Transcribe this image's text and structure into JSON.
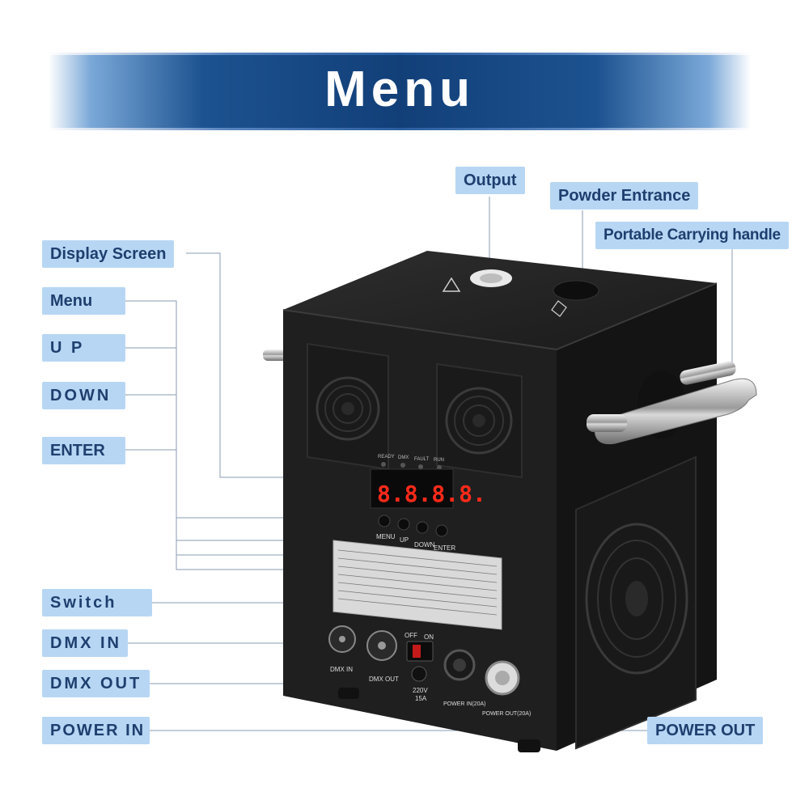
{
  "banner": {
    "title": "Menu"
  },
  "callouts": {
    "output": "Output",
    "powder_entrance": "Powder Entrance",
    "carrying_handle": "Portable Carrying handle",
    "display_screen": "Display Screen",
    "menu": "Menu",
    "up": "U P",
    "down": "DOWN",
    "enter": "ENTER",
    "switch": "Switch",
    "dmx_in": "DMX IN",
    "dmx_out": "DMX OUT",
    "power_in": "POWER IN",
    "power_out": "POWER OUT"
  },
  "device": {
    "display_readout": "8.8.8.8.",
    "indicators": [
      "READY",
      "DMX",
      "FAULT",
      "RUN"
    ],
    "buttons": [
      "MENU",
      "UP",
      "DOWN",
      "ENTER"
    ],
    "port_labels": {
      "dmx_in": "DMX IN",
      "dmx_out": "DMX OUT",
      "switch_off": "OFF",
      "switch_on": "ON",
      "fuse_rating_1": "220V",
      "fuse_rating_2": "15A",
      "power_in": "POWER IN(20A)",
      "power_out": "POWER OUT(20A)"
    }
  },
  "colors": {
    "banner_dark": "#123f78",
    "label_bg": "#b7d6f4",
    "label_text": "#1e3f6e",
    "leader_line": "#8a9bb0",
    "device_body": "#1b1b1b",
    "display_red": "#ff2a1a"
  }
}
